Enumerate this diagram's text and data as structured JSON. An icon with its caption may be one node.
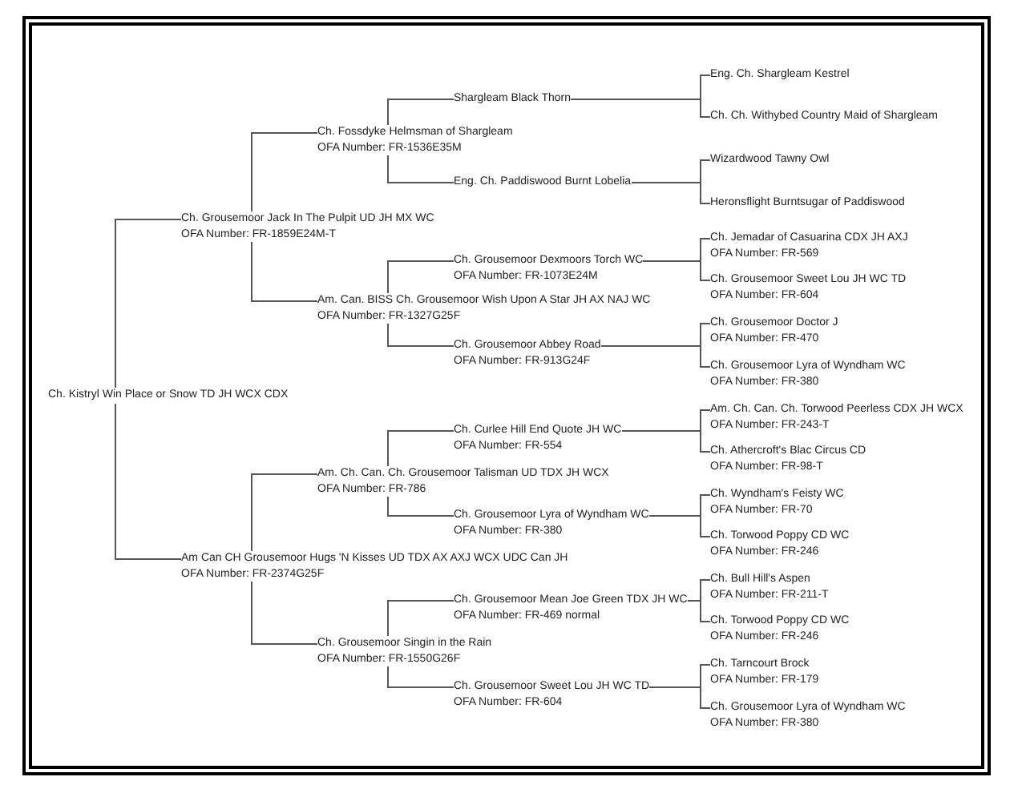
{
  "diagram": {
    "nodes": [
      {
        "text": [
          "Ch. Kistryl Win Place or Snow TD JH WCX CDX"
        ]
      },
      {
        "text": [
          "Ch. Grousemoor Jack In The Pulpit UD JH MX WC",
          "OFA Number: FR-1859E24M-T"
        ]
      },
      {
        "text": [
          "Ch. Fossdyke Helmsman of Shargleam",
          "OFA Number: FR-1536E35M"
        ]
      },
      {
        "text": [
          "Shargleam Black Thorn"
        ]
      },
      {
        "text": [
          "Eng. Ch. Shargleam Kestrel"
        ]
      },
      {
        "text": [
          "Ch. Ch. Withybed Country Maid of Shargleam"
        ]
      },
      {
        "text": [
          "Eng. Ch. Paddiswood Burnt Lobelia"
        ]
      },
      {
        "text": [
          "Wizardwood Tawny Owl"
        ]
      },
      {
        "text": [
          "Heronsflight Burntsugar of Paddiswood"
        ]
      },
      {
        "text": [
          "Am. Can. BISS Ch. Grousemoor Wish Upon A Star JH AX NAJ WC",
          "OFA Number: FR-1327G25F"
        ]
      },
      {
        "text": [
          "Ch. Grousemoor Dexmoors Torch WC",
          "OFA Number: FR-1073E24M"
        ]
      },
      {
        "text": [
          "Ch. Jemadar of Casuarina CDX JH AXJ",
          "OFA Number: FR-569"
        ]
      },
      {
        "text": [
          "Ch. Grousemoor Sweet Lou JH WC TD",
          "OFA Number: FR-604"
        ]
      },
      {
        "text": [
          "Ch. Grousemoor Abbey Road",
          "OFA Number: FR-913G24F"
        ]
      },
      {
        "text": [
          "Ch. Grousemoor Doctor J",
          "OFA Number: FR-470"
        ]
      },
      {
        "text": [
          "Ch. Grousemoor Lyra of Wyndham WC",
          "OFA Number: FR-380"
        ]
      },
      {
        "text": [
          "Am Can CH Grousemoor Hugs 'N Kisses UD TDX AX AXJ WCX UDC Can JH",
          "OFA Number: FR-2374G25F"
        ]
      },
      {
        "text": [
          "Am. Ch. Can. Ch. Grousemoor Talisman UD TDX JH WCX",
          "OFA Number: FR-786"
        ]
      },
      {
        "text": [
          "Ch. Curlee Hill End Quote JH WC",
          "OFA Number: FR-554"
        ]
      },
      {
        "text": [
          "Am. Ch. Can. Ch. Torwood Peerless CDX JH WCX",
          "OFA Number: FR-243-T"
        ]
      },
      {
        "text": [
          "Ch. Athercroft's Blac Circus CD",
          "OFA Number: FR-98-T"
        ]
      },
      {
        "text": [
          "Ch. Grousemoor Lyra of Wyndham WC",
          "OFA Number: FR-380"
        ]
      },
      {
        "text": [
          "Ch. Wyndham's Feisty WC",
          "OFA Number: FR-70"
        ]
      },
      {
        "text": [
          "Ch. Torwood Poppy CD WC",
          "OFA Number: FR-246"
        ]
      },
      {
        "text": [
          "Ch. Grousemoor Singin in the Rain",
          "OFA Number: FR-1550G26F"
        ]
      },
      {
        "text": [
          "Ch. Grousemoor Mean Joe Green TDX JH WC",
          "OFA Number: FR-469 normal"
        ]
      },
      {
        "text": [
          "Ch. Bull Hill's Aspen",
          "OFA Number: FR-211-T"
        ]
      },
      {
        "text": [
          "Ch. Torwood Poppy CD WC",
          "OFA Number: FR-246"
        ]
      },
      {
        "text": [
          "Ch. Grousemoor Sweet Lou JH WC TD",
          "OFA Number: FR-604"
        ]
      },
      {
        "text": [
          "Ch. Tarncourt Brock",
          "OFA Number: FR-179"
        ]
      },
      {
        "text": [
          "Ch. Grousemoor Lyra of Wyndham WC",
          "OFA Number: FR-380"
        ]
      }
    ],
    "edges": [
      {
        "from": 0,
        "to": 1,
        "arrow": "none"
      },
      {
        "from": 0,
        "to": 16,
        "arrow": "none"
      },
      {
        "from": 1,
        "to": 2,
        "arrow": "none"
      },
      {
        "from": 1,
        "to": 9,
        "arrow": "none"
      },
      {
        "from": 2,
        "to": 3,
        "arrow": "none"
      },
      {
        "from": 2,
        "to": 6,
        "arrow": "none"
      },
      {
        "from": 3,
        "to": 4,
        "arrow": "none"
      },
      {
        "from": 3,
        "to": 5,
        "arrow": "none"
      },
      {
        "from": 6,
        "to": 7,
        "arrow": "none"
      },
      {
        "from": 6,
        "to": 8,
        "arrow": "none"
      },
      {
        "from": 9,
        "to": 10,
        "arrow": "none"
      },
      {
        "from": 9,
        "to": 13,
        "arrow": "none"
      },
      {
        "from": 10,
        "to": 11,
        "arrow": "none"
      },
      {
        "from": 10,
        "to": 12,
        "arrow": "none"
      },
      {
        "from": 13,
        "to": 14,
        "arrow": "none"
      },
      {
        "from": 13,
        "to": 15,
        "arrow": "none"
      },
      {
        "from": 16,
        "to": 17,
        "arrow": "none"
      },
      {
        "from": 16,
        "to": 24,
        "arrow": "none"
      },
      {
        "from": 17,
        "to": 18,
        "arrow": "none"
      },
      {
        "from": 17,
        "to": 21,
        "arrow": "none"
      },
      {
        "from": 18,
        "to": 19,
        "arrow": "none"
      },
      {
        "from": 18,
        "to": 20,
        "arrow": "none"
      },
      {
        "from": 21,
        "to": 22,
        "arrow": "none"
      },
      {
        "from": 21,
        "to": 23,
        "arrow": "none"
      },
      {
        "from": 24,
        "to": 25,
        "arrow": "none"
      },
      {
        "from": 24,
        "to": 28,
        "arrow": "none"
      },
      {
        "from": 25,
        "to": 26,
        "arrow": "none"
      },
      {
        "from": 25,
        "to": 27,
        "arrow": "none"
      },
      {
        "from": 28,
        "to": 29,
        "arrow": "none"
      },
      {
        "from": 28,
        "to": 30,
        "arrow": "none"
      }
    ]
  }
}
